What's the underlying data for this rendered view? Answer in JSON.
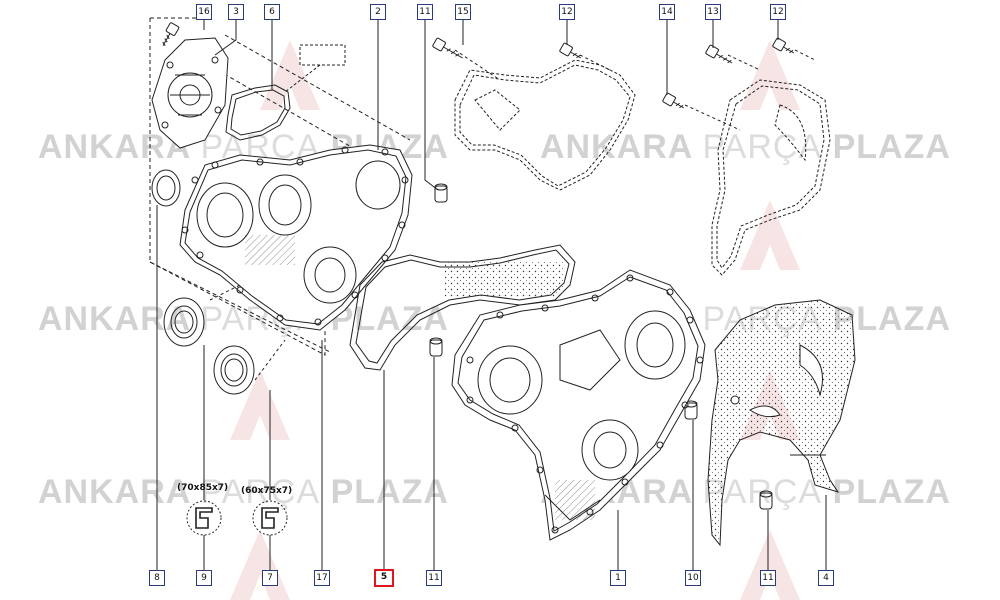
{
  "watermark": {
    "brand_bold_1": "ANKARA",
    "brand_thin": "PARÇA",
    "brand_bold_2": "PLAZA"
  },
  "callouts_top": [
    "16",
    "3",
    "6",
    "2",
    "11",
    "15",
    "12",
    "14",
    "13",
    "12"
  ],
  "callouts_bottom": [
    "8",
    "9",
    "7",
    "17",
    "5",
    "11",
    "1",
    "10",
    "11",
    "4"
  ],
  "highlighted_part": "5",
  "seal_sizes": {
    "seal_a": "(70x85x7)",
    "seal_b": "(60x75x7)"
  },
  "colors": {
    "highlight": "#e0151d",
    "callout_border": "#2a3a7a",
    "line": "#222222",
    "watermark": "#d2d2d2"
  }
}
